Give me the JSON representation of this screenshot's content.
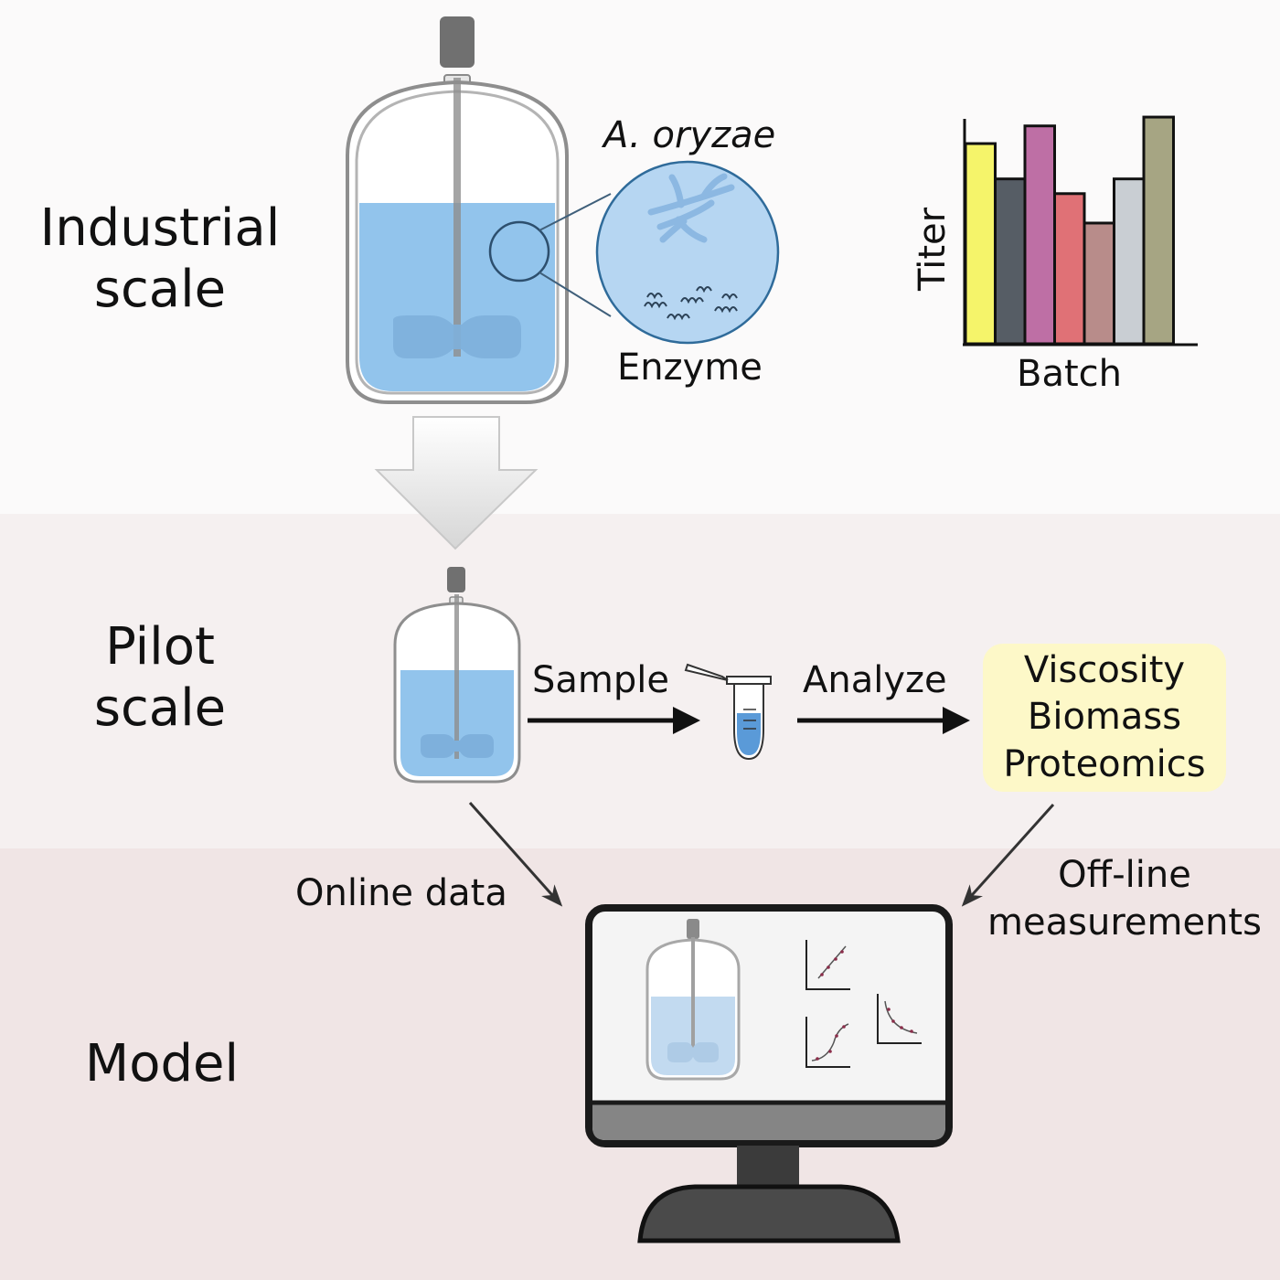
{
  "stages": {
    "industrial": [
      "Industrial",
      "scale"
    ],
    "pilot": [
      "Pilot",
      "scale"
    ],
    "model": "Model"
  },
  "industrial": {
    "organism": "A. oryzae",
    "enzyme": "Enzyme",
    "chart": {
      "ylabel": "Titer",
      "xlabel": "Batch"
    }
  },
  "pilot": {
    "sample_label": "Sample",
    "analyze_label": "Analyze",
    "measurements": [
      "Viscosity",
      "Biomass",
      "Proteomics"
    ]
  },
  "flows": {
    "online": "Online data",
    "offline": [
      "Off-line",
      "measurements"
    ]
  },
  "chart_data": {
    "type": "bar",
    "categories": [
      "",
      "",
      "",
      "",
      "",
      "",
      ""
    ],
    "values": [
      6.8,
      5.6,
      7.4,
      5.1,
      4.1,
      5.6,
      7.7
    ],
    "colors": [
      "#f5f46a",
      "#565d65",
      "#be6fa5",
      "#e07176",
      "#b88c8a",
      "#c9ced3",
      "#a6a583"
    ],
    "ylabel": "Titer",
    "xlabel": "Batch",
    "ylim": [
      0,
      10
    ],
    "grid": false
  },
  "colors": {
    "liquid": "#92c4ec",
    "vessel_outline": "#8a8a8a",
    "highlight_box": "#fdf8c8",
    "monitor_dark": "#3b3b3b"
  }
}
